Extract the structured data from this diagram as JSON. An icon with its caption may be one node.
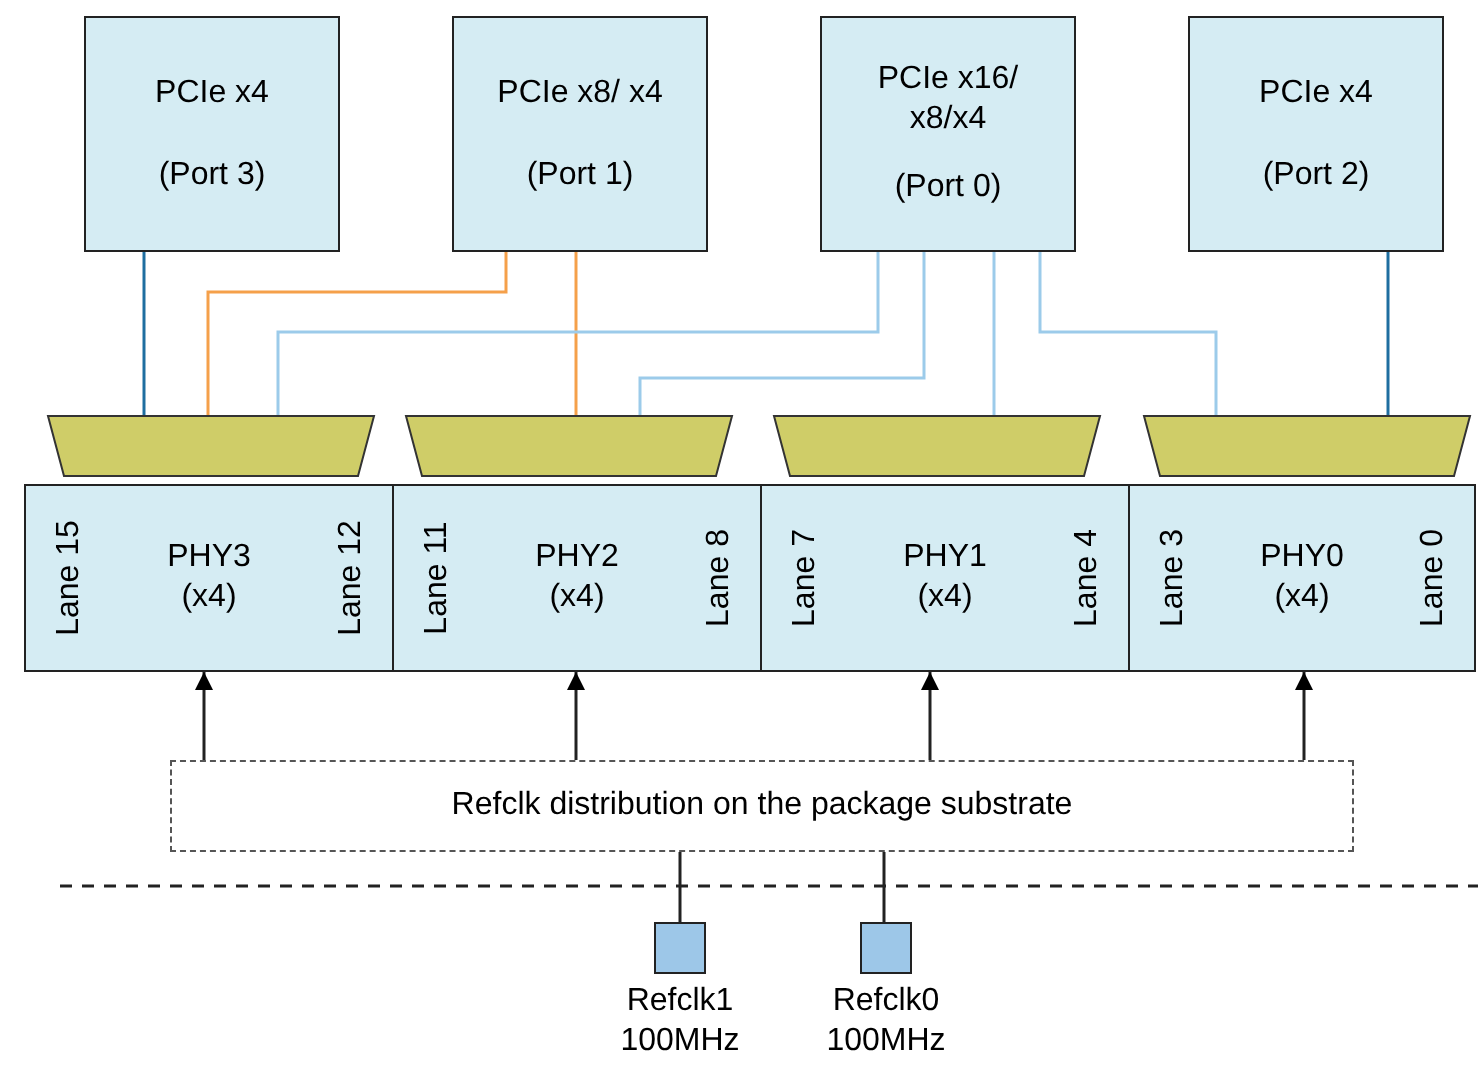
{
  "diagram": {
    "nodes": [
      {
        "text": [
          "PCIe x4",
          "(Port 3)"
        ]
      },
      {
        "text": [
          "PCIe x8/ x4",
          "(Port 1)"
        ]
      },
      {
        "text": [
          "PCIe x16/ x8/x4",
          "(Port 0)"
        ]
      },
      {
        "text": [
          "PCIe x4",
          "(Port 2)"
        ]
      },
      {
        "text": [],
        "shape": "trapezoid"
      },
      {
        "text": [],
        "shape": "trapezoid"
      },
      {
        "text": [],
        "shape": "trapezoid"
      },
      {
        "text": [],
        "shape": "trapezoid"
      },
      {
        "text": [
          "Lane 15",
          "PHY3 (x4)",
          "Lane 12"
        ]
      },
      {
        "text": [
          "Lane 11",
          "PHY2 (x4)",
          "Lane 8"
        ]
      },
      {
        "text": [
          "Lane 7",
          "PHY1 (x4)",
          "Lane 4"
        ]
      },
      {
        "text": [
          "Lane 3",
          "PHY0 (x4)",
          "Lane 0"
        ]
      },
      {
        "text": [
          "Refclk distribution on the package substrate"
        ]
      },
      {
        "text": [],
        "shape": "box",
        "beside": [
          "Refclk1 100MHz"
        ]
      },
      {
        "text": [],
        "shape": "box",
        "beside": [
          "Refclk0 100MHz"
        ]
      }
    ],
    "edges": [
      {
        "from": 0,
        "to": 4,
        "arrow": "none",
        "color": "#1f6ea0"
      },
      {
        "from": 1,
        "to": 4,
        "arrow": "none",
        "color": "#f5a04a"
      },
      {
        "from": 1,
        "to": 5,
        "arrow": "none",
        "color": "#f5a04a"
      },
      {
        "from": 2,
        "to": 4,
        "arrow": "none",
        "color": "#9ccbea"
      },
      {
        "from": 2,
        "to": 5,
        "arrow": "none",
        "color": "#9ccbea"
      },
      {
        "from": 2,
        "to": 6,
        "arrow": "none",
        "color": "#9ccbea"
      },
      {
        "from": 2,
        "to": 7,
        "arrow": "none",
        "color": "#9ccbea"
      },
      {
        "from": 3,
        "to": 7,
        "arrow": "none",
        "color": "#1f6ea0"
      },
      {
        "from": 12,
        "to": 8,
        "arrow": "to"
      },
      {
        "from": 12,
        "to": 9,
        "arrow": "to"
      },
      {
        "from": 12,
        "to": 10,
        "arrow": "to"
      },
      {
        "from": 12,
        "to": 11,
        "arrow": "to"
      },
      {
        "from": 13,
        "to": 12,
        "arrow": "none"
      },
      {
        "from": 14,
        "to": 12,
        "arrow": "none"
      }
    ]
  }
}
